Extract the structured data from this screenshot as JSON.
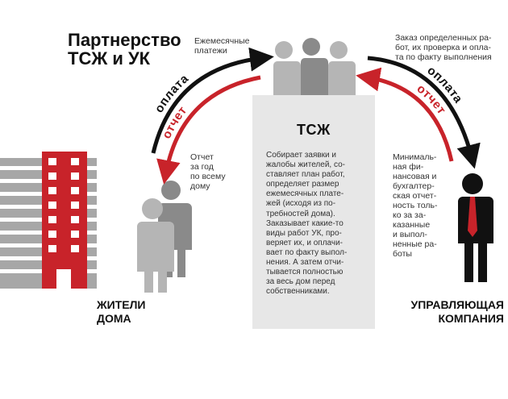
{
  "title": {
    "line1": "Партнерство",
    "line2": "ТСЖ и УК"
  },
  "monthly_payments": {
    "line1": "Ежемесячные",
    "line2": "платежи"
  },
  "order_description": {
    "line1": "Заказ определенных ра-",
    "line2": "бот, их проверка и опла-",
    "line3": "та по факту выполнения"
  },
  "arrows": {
    "left_payment": "оплата",
    "left_report": "отчет",
    "right_payment": "оплата",
    "right_report": "отчет"
  },
  "tszh": {
    "label": "ТСЖ",
    "description_lines": [
      "Собирает заявки и",
      "жалобы жителей, со-",
      "ставляет план работ,",
      "определяет размер",
      "ежемесячных плате-",
      "жей (исходя из по-",
      "требностей дома).",
      "Заказывает какие-то",
      "виды работ УК, про-",
      "веряет их, и оплачи-",
      "вает по факту выпол-",
      "нения. А затем отчи-",
      "тывается полностью",
      "за весь дом перед",
      "собственниками."
    ]
  },
  "left_report_note": {
    "lines": [
      "Отчет",
      "за год",
      "по всему",
      "дому"
    ]
  },
  "right_report_note": {
    "lines": [
      "Минималь-",
      "ная фи-",
      "нансовая и",
      "бухгалтер-",
      "ская отчет-",
      "ность толь-",
      "ко за за-",
      "казанные",
      "и выпол-",
      "ненные ра-",
      "боты"
    ]
  },
  "residents": {
    "line1": "ЖИТЕЛИ",
    "line2": "ДОМА"
  },
  "company": {
    "line1": "УПРАВЛЯЮЩАЯ",
    "line2": "КОМПАНИЯ"
  },
  "colors": {
    "red": "#c8232a",
    "black": "#111111",
    "gray_dark": "#8a8a8a",
    "gray_light": "#b5b5b5",
    "panel": "#e7e7e7"
  }
}
